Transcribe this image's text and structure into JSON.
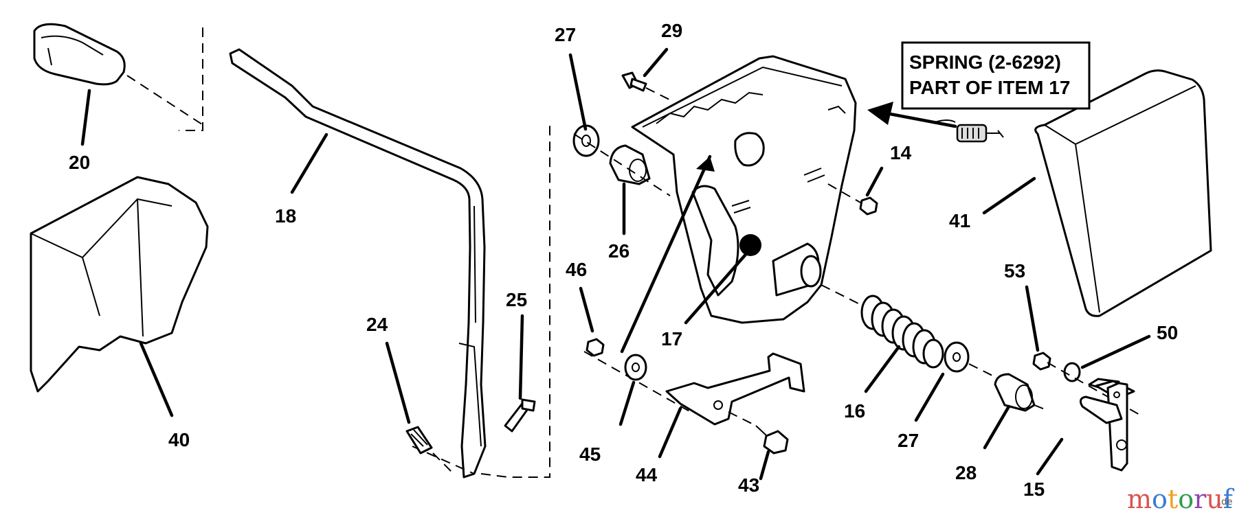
{
  "callout": {
    "line1": "SPRING (2-6292)",
    "line2": "PART OF ITEM 17"
  },
  "labels": {
    "p20": "20",
    "p18": "18",
    "p40": "40",
    "p24": "24",
    "p25": "25",
    "p27a": "27",
    "p29": "29",
    "p26": "26",
    "p46": "46",
    "p45": "45",
    "p17": "17",
    "p44": "44",
    "p43": "43",
    "p16": "16",
    "p14": "14",
    "p27b": "27",
    "p41": "41",
    "p53": "53",
    "p50": "50",
    "p28": "28",
    "p15": "15"
  },
  "watermark": {
    "letters": [
      "m",
      "o",
      "t",
      "o",
      "r",
      "u",
      "f"
    ],
    "colors": [
      "#d9534f",
      "#3a7bd5",
      "#f0a020",
      "#2e9d4e",
      "#8e44ad",
      "#d9534f",
      "#3a7bd5"
    ],
    "suffix": ".de"
  }
}
